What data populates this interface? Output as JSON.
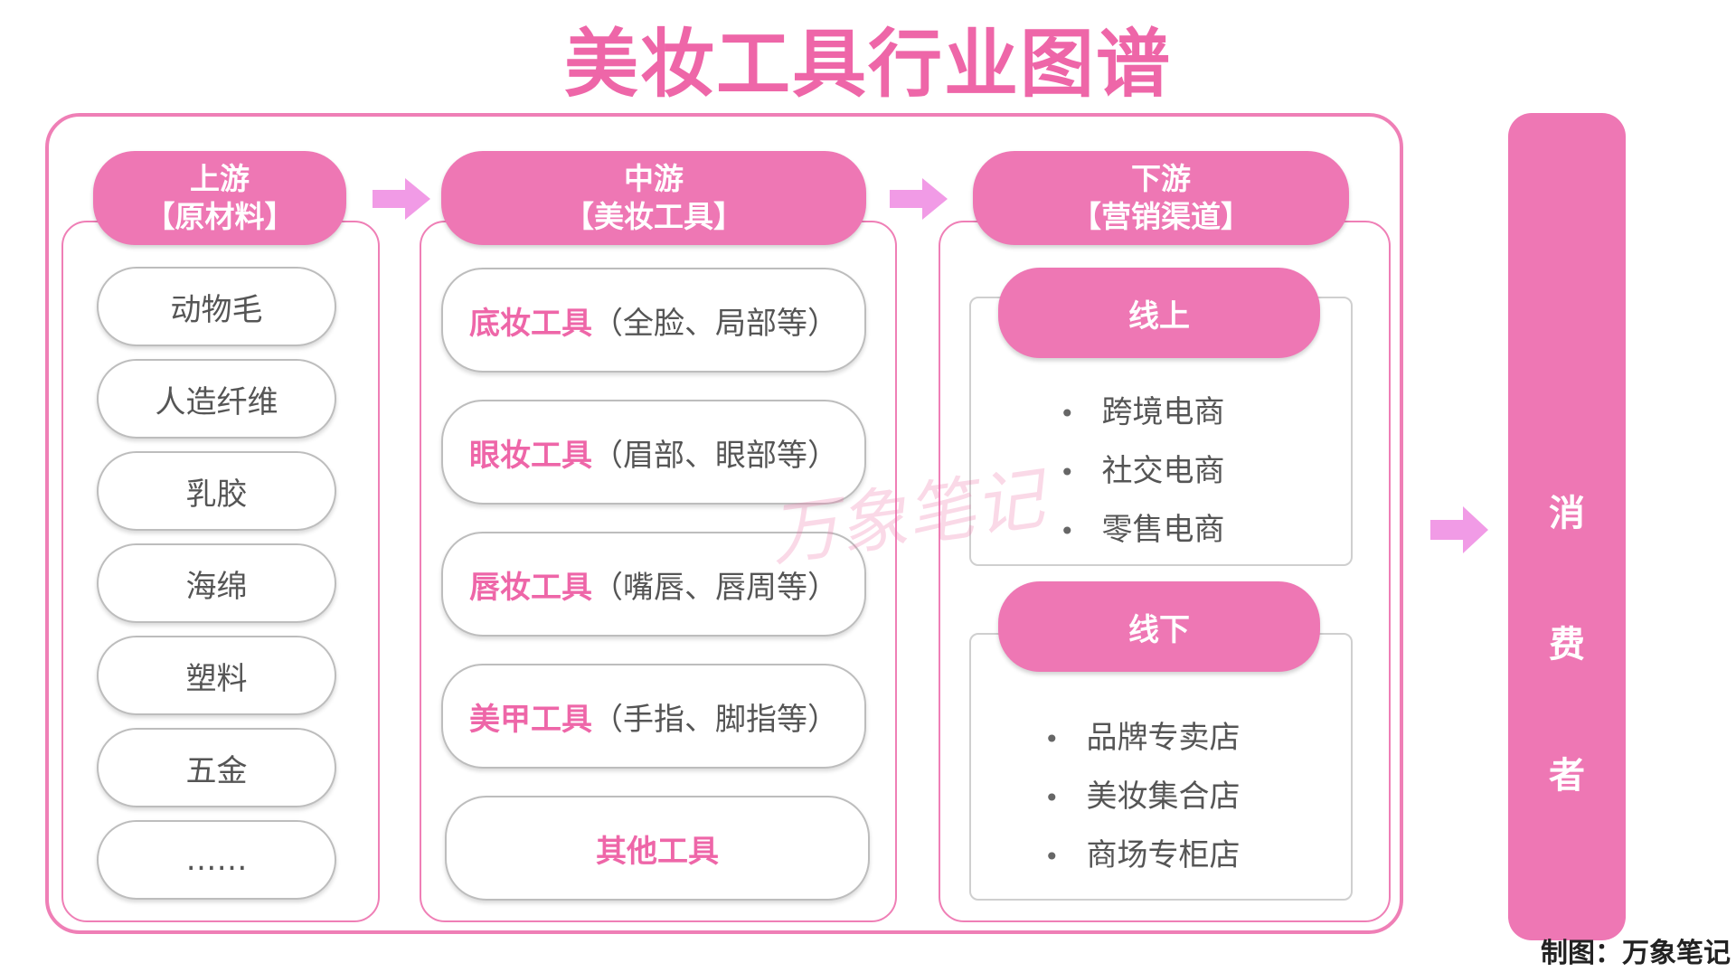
{
  "title": "美妆工具行业图谱",
  "upstream": {
    "header_line1": "上游",
    "header_line2": "【原材料】",
    "items": [
      "动物毛",
      "人造纤维",
      "乳胶",
      "海绵",
      "塑料",
      "五金",
      "……"
    ]
  },
  "midstream": {
    "header_line1": "中游",
    "header_line2": "【美妆工具】",
    "items": [
      {
        "highlight": "底妆工具",
        "rest": "（全脸、局部等）"
      },
      {
        "highlight": "眼妆工具",
        "rest": "（眉部、眼部等）"
      },
      {
        "highlight": "唇妆工具",
        "rest": "（嘴唇、唇周等）"
      },
      {
        "highlight": "美甲工具",
        "rest": "（手指、脚指等）"
      }
    ],
    "other": "其他工具"
  },
  "downstream": {
    "header_line1": "下游",
    "header_line2": "【营销渠道】",
    "online": {
      "label": "线上",
      "items": [
        "跨境电商",
        "社交电商",
        "零售电商"
      ]
    },
    "offline": {
      "label": "线下",
      "items": [
        "品牌专卖店",
        "美妆集合店",
        "商场专柜店"
      ]
    }
  },
  "consumer": [
    "消",
    "费",
    "者"
  ],
  "bullet": "•",
  "watermark": "万象笔记",
  "credit": "制图：万象笔记",
  "colors": {
    "accent": "#ee77b4",
    "title": "#ee66a8",
    "arrow": "#f19be6"
  }
}
